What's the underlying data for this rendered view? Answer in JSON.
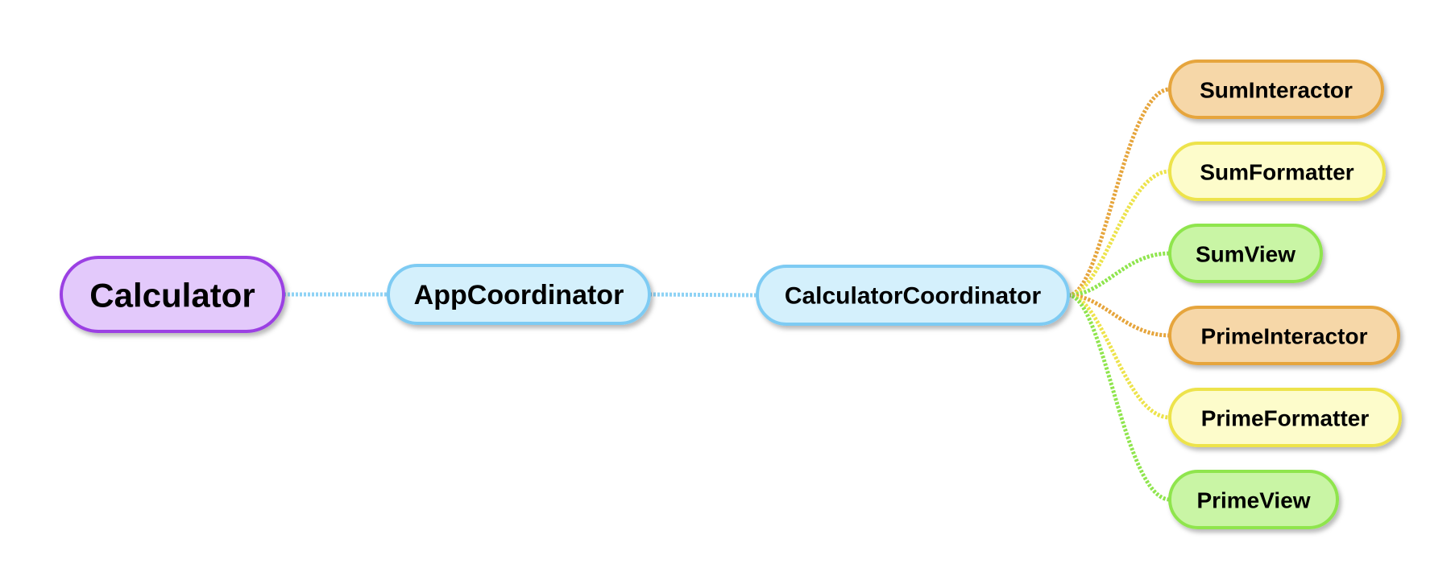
{
  "diagram": {
    "nodes": [
      {
        "id": "calculator",
        "label": "Calculator",
        "fill": "#e3c9fb",
        "stroke": "#9b3fe3"
      },
      {
        "id": "app-coordinator",
        "label": "AppCoordinator",
        "fill": "#d4f0fc",
        "stroke": "#7ecbf3"
      },
      {
        "id": "calculator-coordinator",
        "label": "CalculatorCoordinator",
        "fill": "#d4f0fc",
        "stroke": "#7ecbf3"
      },
      {
        "id": "sum-interactor",
        "label": "SumInteractor",
        "fill": "#f6d7a8",
        "stroke": "#e6a53c"
      },
      {
        "id": "sum-formatter",
        "label": "SumFormatter",
        "fill": "#fdfccb",
        "stroke": "#ede34b"
      },
      {
        "id": "sum-view",
        "label": "SumView",
        "fill": "#c9f5a5",
        "stroke": "#8fe54d"
      },
      {
        "id": "prime-interactor",
        "label": "PrimeInteractor",
        "fill": "#f6d7a8",
        "stroke": "#e6a53c"
      },
      {
        "id": "prime-formatter",
        "label": "PrimeFormatter",
        "fill": "#fdfccb",
        "stroke": "#ede34b"
      },
      {
        "id": "prime-view",
        "label": "PrimeView",
        "fill": "#c9f5a5",
        "stroke": "#8fe54d"
      }
    ],
    "edges": [
      {
        "from": "calculator",
        "to": "app-coordinator",
        "color": "#8fd3f5"
      },
      {
        "from": "app-coordinator",
        "to": "calculator-coordinator",
        "color": "#8fd3f5"
      },
      {
        "from": "calculator-coordinator",
        "to": "sum-interactor",
        "color": "#e6a53c"
      },
      {
        "from": "calculator-coordinator",
        "to": "sum-formatter",
        "color": "#ede34b"
      },
      {
        "from": "calculator-coordinator",
        "to": "sum-view",
        "color": "#8fe54d"
      },
      {
        "from": "calculator-coordinator",
        "to": "prime-interactor",
        "color": "#e6a53c"
      },
      {
        "from": "calculator-coordinator",
        "to": "prime-formatter",
        "color": "#ede34b"
      },
      {
        "from": "calculator-coordinator",
        "to": "prime-view",
        "color": "#8fe54d"
      }
    ]
  }
}
